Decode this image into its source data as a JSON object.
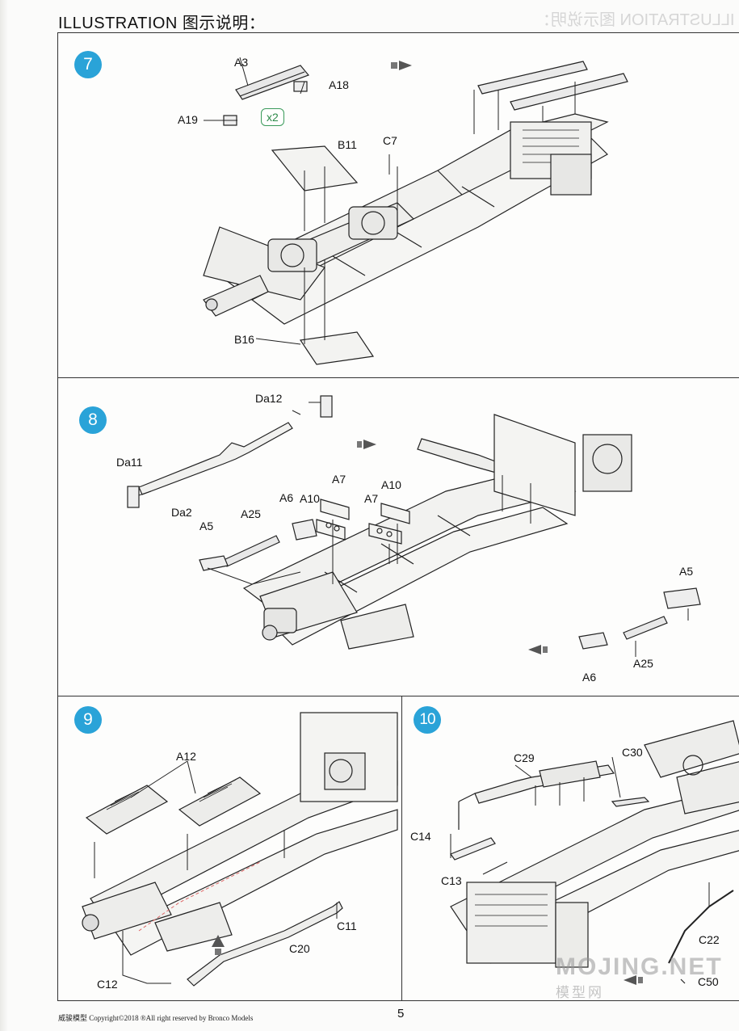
{
  "header": {
    "title": "ILLUSTRATION 图示说明："
  },
  "steps": {
    "s7": {
      "number": "7",
      "qty": "x2",
      "labels": {
        "a3": "A3",
        "a18": "A18",
        "a19": "A19",
        "b11": "B11",
        "c7": "C7",
        "b16": "B16"
      }
    },
    "s8": {
      "number": "8",
      "labels": {
        "da12": "Da12",
        "da11": "Da11",
        "da2": "Da2",
        "a7a": "A7",
        "a10a": "A10",
        "a6a": "A6",
        "a25a": "A25",
        "a5a": "A5",
        "a7b": "A7",
        "a10b": "A10",
        "a5b": "A5",
        "a25b": "A25",
        "a6b": "A6"
      }
    },
    "s9": {
      "number": "9",
      "labels": {
        "a12": "A12",
        "c11": "C11",
        "c20": "C20",
        "c12": "C12"
      }
    },
    "s10": {
      "number": "10",
      "labels": {
        "c29": "C29",
        "c30": "C30",
        "c14": "C14",
        "c13": "C13",
        "c22": "C22",
        "c50": "C50"
      }
    }
  },
  "footer": {
    "copyright": "威骏模型 Copyright©2018 ®All right reserved by Bronco Models",
    "page_number": "5"
  },
  "watermark": {
    "main": "MOJING.NET",
    "sub": "模型网"
  },
  "colors": {
    "step_badge": "#2aa3d8",
    "qty_badge": "#3a9a5a",
    "line": "#222222"
  }
}
